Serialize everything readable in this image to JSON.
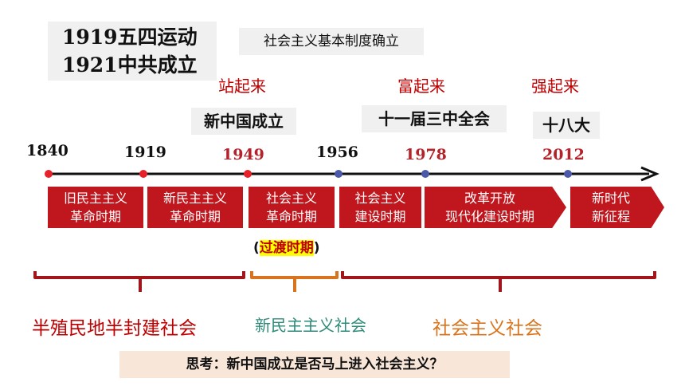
{
  "header": {
    "line1": "1919五四运动",
    "line2": "1921中共成立",
    "established": "社会主义基本制度确立"
  },
  "slogans": [
    "站起来",
    "富起来",
    "强起来"
  ],
  "events": [
    "新中国成立",
    "十一届三中全会",
    "十八大"
  ],
  "years": [
    "1840",
    "1919",
    "1949",
    "1956",
    "1978",
    "2012"
  ],
  "periods": [
    {
      "line1": "旧民主主义",
      "line2": "革命时期"
    },
    {
      "line1": "新民主主义",
      "line2": "革命时期"
    },
    {
      "line1": "社会主义",
      "line2": "革命时期"
    },
    {
      "line1": "社会主义",
      "line2": "建设时期"
    },
    {
      "line1": "改革开放",
      "line2": "现代化建设时期"
    },
    {
      "line1": "新时代",
      "line2": "新征程"
    }
  ],
  "transition": {
    "open": "(",
    "text": "过渡时期",
    "close": ")"
  },
  "societies": [
    "半殖民地半封建社会",
    "新民主主义社会",
    "社会主义社会"
  ],
  "question": "思考：新中国成立是否马上进入社会主义？",
  "colors": {
    "period_red": "#c0161d",
    "timeline_line": "#111111",
    "bracket_red": "#a2151b",
    "bracket_orange": "#d9741e",
    "society1": "#c00000",
    "society2": "#2e8b7a",
    "society3": "#d9741e"
  }
}
